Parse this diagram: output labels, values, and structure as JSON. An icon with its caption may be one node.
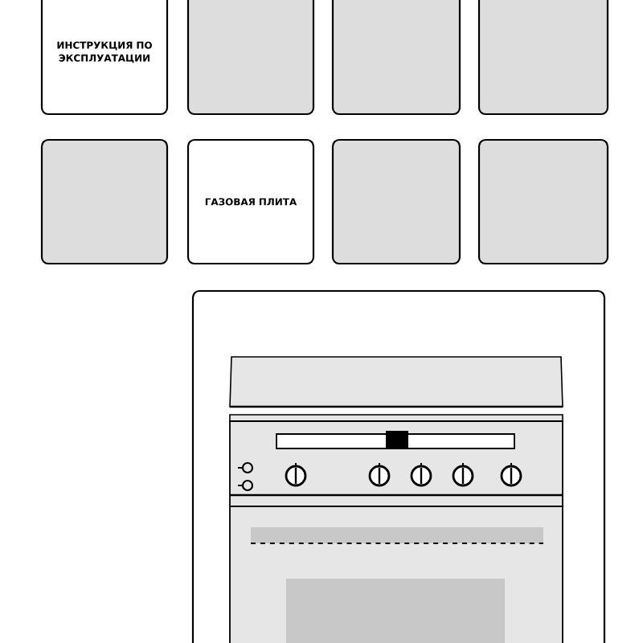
{
  "diagram": {
    "nodes": [
      {
        "text": [
          "ИНСТРУКЦИЯ ПО ЭКСПЛУАТАЦИИ"
        ]
      },
      {
        "text": [],
        "shape": "box"
      },
      {
        "text": [],
        "shape": "box"
      },
      {
        "text": [],
        "shape": "box"
      },
      {
        "text": [],
        "shape": "box"
      },
      {
        "text": [
          "ГАЗОВАЯ ПЛИТА"
        ]
      },
      {
        "text": [],
        "shape": "box"
      },
      {
        "text": [],
        "shape": "box"
      },
      {
        "text": [],
        "shape": "picture"
      }
    ]
  }
}
